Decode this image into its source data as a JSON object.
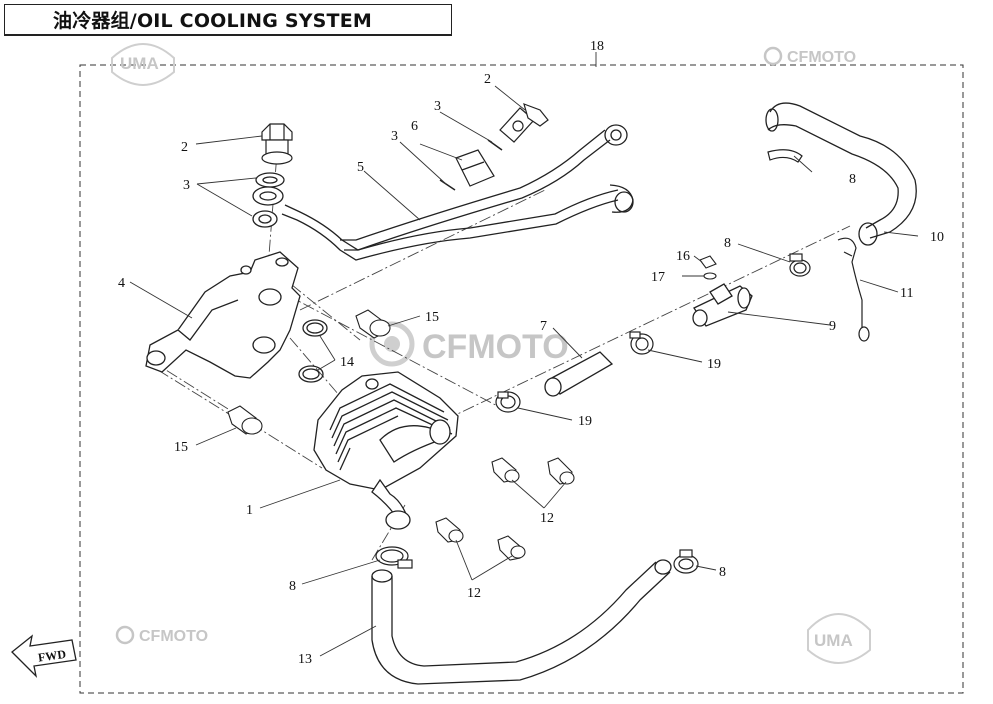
{
  "title": "油冷器组/OIL COOLING SYSTEM",
  "fwd": "FWD",
  "watermark_brand": "CFMOTO",
  "watermark_dealer": "UMA",
  "callouts": {
    "c18": "18",
    "c2a": "2",
    "c2b": "2",
    "c3a": "3",
    "c3b": "3",
    "c3c": "3",
    "c4": "4",
    "c5": "5",
    "c6": "6",
    "c7": "7",
    "c8a": "8",
    "c8b": "8",
    "c8c": "8",
    "c8d": "8",
    "c9": "9",
    "c10": "10",
    "c11": "11",
    "c12a": "12",
    "c12b": "12",
    "c13": "13",
    "c14": "14",
    "c15a": "15",
    "c15b": "15",
    "c16": "16",
    "c17": "17",
    "c19a": "19",
    "c19b": "19",
    "c1": "1"
  }
}
